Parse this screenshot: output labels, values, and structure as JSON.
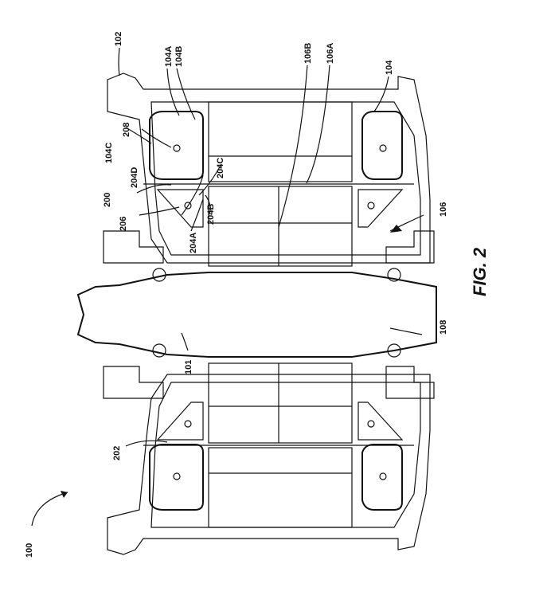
{
  "figure": {
    "title": "FIG. 2",
    "labels": {
      "l100": "100",
      "l101": "101",
      "l102": "102",
      "l104": "104",
      "l104A": "104A",
      "l104B": "104B",
      "l104C": "104C",
      "l106": "106",
      "l106A": "106A",
      "l106B": "106B",
      "l108": "108",
      "l200": "200",
      "l202": "202",
      "l204A": "204A",
      "l204B": "204B",
      "l204C": "204C",
      "l204D": "204D",
      "l206": "206",
      "l208": "208"
    }
  }
}
